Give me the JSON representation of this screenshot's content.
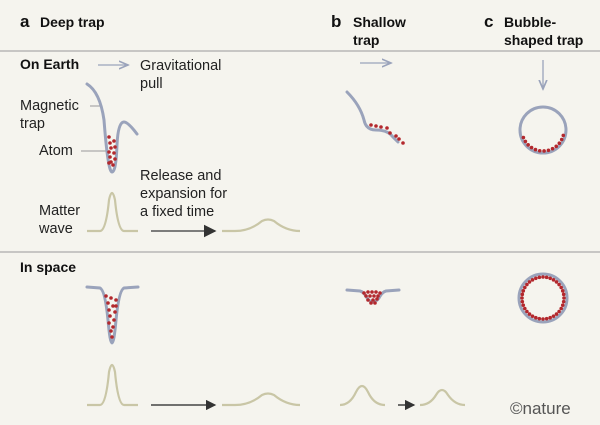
{
  "panels": {
    "a": {
      "letter": "a",
      "title": "Deep trap"
    },
    "b": {
      "letter": "b",
      "title_line1": "Shallow",
      "title_line2": "trap"
    },
    "c": {
      "letter": "c",
      "title_line1": "Bubble-",
      "title_line2": "shaped trap"
    }
  },
  "rows": {
    "earth": "On Earth",
    "space": "In space"
  },
  "labels": {
    "gravity_line1": "Gravitational",
    "gravity_line2": "pull",
    "magnetic_line1": "Magnetic",
    "magnetic_line2": "trap",
    "atom": "Atom",
    "matter_line1": "Matter",
    "matter_line2": "wave",
    "release_line1": "Release and",
    "release_line2": "expansion for",
    "release_line3": "a fixed time"
  },
  "credit": "©nature",
  "colors": {
    "trap": "#9aa3bb",
    "atom": "#b3282d",
    "wave": "#c9c6a6",
    "background": "#f5f4ee"
  }
}
